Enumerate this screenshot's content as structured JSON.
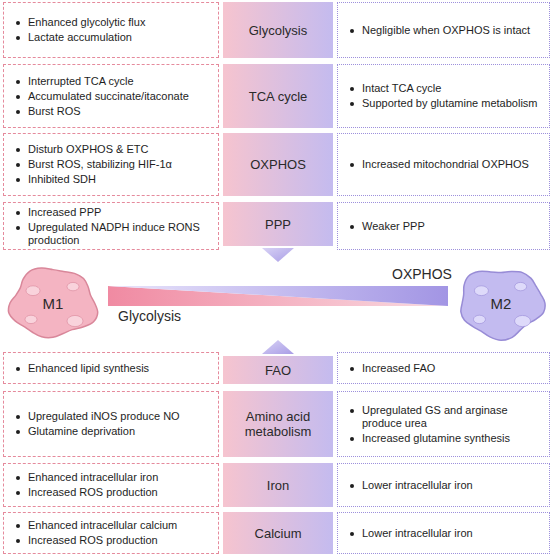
{
  "diagram": {
    "nodes": [
      {
        "text": [
          "Enhanced glycolytic flux",
          "Lactate accumulation"
        ]
      },
      {
        "text": [
          "Glycolysis"
        ]
      },
      {
        "text": [
          "Negligible when OXPHOS is intact"
        ]
      },
      {
        "text": [
          "Interrupted TCA cycle",
          "Accumulated succinate/itaconate",
          "Burst ROS"
        ]
      },
      {
        "text": [
          "TCA cycle"
        ]
      },
      {
        "text": [
          "Intact TCA cycle",
          "Supported by glutamine metabolism"
        ]
      },
      {
        "text": [
          "Disturb OXPHOS & ETC",
          "Burst ROS, stabilizing HIF-1α",
          "Inhibited SDH"
        ]
      },
      {
        "text": [
          "OXPHOS"
        ]
      },
      {
        "text": [
          "Increased mitochondrial OXPHOS"
        ]
      },
      {
        "text": [
          "Increased PPP",
          "Upregulated NADPH induce RONS production"
        ]
      },
      {
        "text": [
          "PPP"
        ]
      },
      {
        "text": [
          "Weaker PPP"
        ]
      },
      {
        "text": [
          "M1"
        ]
      },
      {
        "text": [
          "M2"
        ]
      },
      {
        "text": [
          "Enhanced lipid synthesis"
        ]
      },
      {
        "text": [
          "FAO"
        ]
      },
      {
        "text": [
          "Increased FAO"
        ]
      },
      {
        "text": [
          "Upregulated iNOS produce NO",
          "Glutamine deprivation"
        ]
      },
      {
        "text": [
          "Amino acid metabolism"
        ]
      },
      {
        "text": [
          "Upregulated GS and arginase produce urea",
          "Increased glutamine synthesis"
        ]
      },
      {
        "text": [
          "Enhanced intracellular iron",
          "Increased ROS production"
        ]
      },
      {
        "text": [
          "Iron"
        ]
      },
      {
        "text": [
          "Lower intracellular iron"
        ]
      },
      {
        "text": [
          "Enhanced intracellular calcium",
          "Increased ROS production"
        ]
      },
      {
        "text": [
          "Calcium"
        ]
      },
      {
        "text": [
          "Lower intracellular iron"
        ]
      }
    ],
    "labels": [
      "Glycolysis",
      "OXPHOS"
    ]
  }
}
